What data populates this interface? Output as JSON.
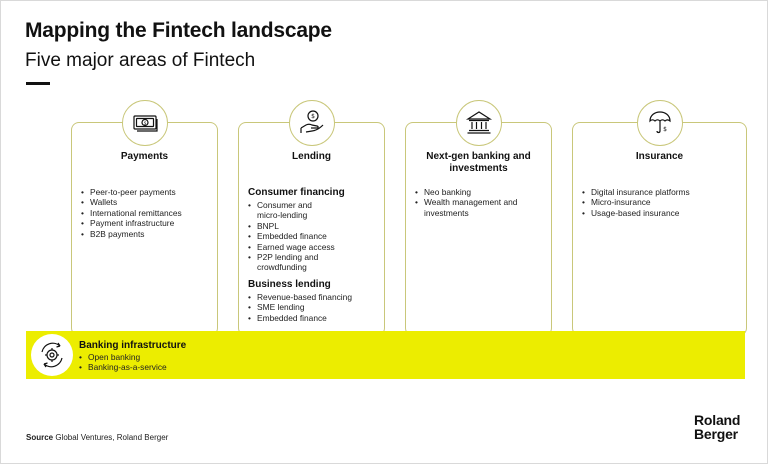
{
  "header": {
    "title": "Mapping the Fintech landscape",
    "subtitle": "Five major areas of Fintech"
  },
  "cards": {
    "payments": {
      "title": "Payments",
      "items": [
        "Peer-to-peer payments",
        "Wallets",
        "International remittances",
        "Payment infrastructure",
        "B2B payments"
      ],
      "icon": "banknote-icon"
    },
    "lending": {
      "title": "Lending",
      "icon": "hand-coin-icon",
      "consumer": {
        "heading": "Consumer financing",
        "items": [
          "Consumer and micro-lending",
          "BNPL",
          "Embedded finance",
          "Earned wage access",
          "P2P lending and crowdfunding"
        ]
      },
      "business": {
        "heading": "Business lending",
        "items": [
          "Revenue-based financing",
          "SME lending",
          "Embedded finance"
        ]
      }
    },
    "banking": {
      "title": "Next-gen banking and investments",
      "items": [
        "Neo banking",
        "Wealth management and investments"
      ],
      "icon": "bank-building-icon"
    },
    "insurance": {
      "title": "Insurance",
      "items": [
        "Digital insurance platforms",
        "Micro-insurance",
        "Usage-based insurance"
      ],
      "icon": "umbrella-dollar-icon"
    }
  },
  "band": {
    "title": "Banking infrastructure",
    "items": [
      "Open banking",
      "Banking-as-a-service"
    ],
    "icon": "gear-cycle-icon"
  },
  "footer": {
    "source_label": "Source",
    "source_text": "Global Ventures, Roland Berger",
    "logo_line1": "Roland",
    "logo_line2": "Berger"
  },
  "colors": {
    "accent_yellow": "#eced00",
    "card_border": "#c9c77a",
    "text": "#111111"
  }
}
